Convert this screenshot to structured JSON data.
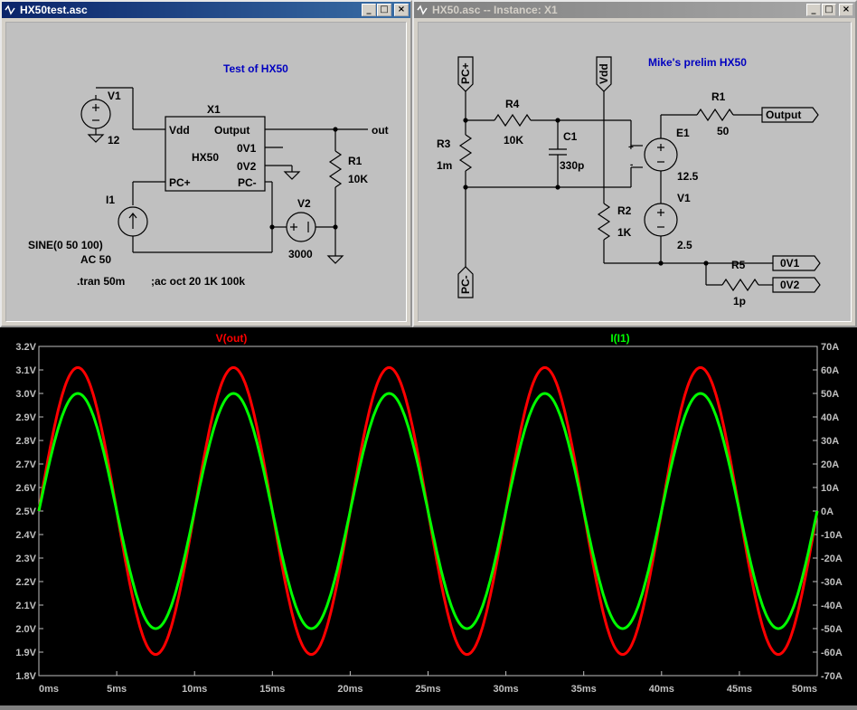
{
  "window_left": {
    "title": "HX50test.asc",
    "heading": "Test of HX50",
    "labels": {
      "v1": "V1",
      "v1_val": "12",
      "x1": "X1",
      "vdd": "Vdd",
      "output": "Output",
      "ov1": "0V1",
      "hx50": "HX50",
      "ov2": "0V2",
      "pcp": "PC+",
      "pcm": "PC-",
      "out": "out",
      "r1": "R1",
      "r1_val": "10K",
      "i1": "I1",
      "v2": "V2",
      "v2_val": "3000",
      "sine": "SINE(0 50 100)",
      "ac": "AC 50",
      "tran": ".tran 50m",
      "ac_cmd": ";ac oct 20 1K 100k"
    }
  },
  "window_right": {
    "title": "HX50.asc -- Instance: X1",
    "heading": "Mike's prelim HX50",
    "labels": {
      "pcp": "PC+",
      "pcm": "PC-",
      "vdd": "Vdd",
      "r4": "R4",
      "r4_val": "10K",
      "r3": "R3",
      "r3_val": "1m",
      "c1": "C1",
      "c1_val": "330p",
      "r2": "R2",
      "r2_val": "1K",
      "e1": "E1",
      "e1_val": "12.5",
      "r1": "R1",
      "r1_val": "50",
      "output": "Output",
      "v1": "V1",
      "v1_val": "2.5",
      "r5": "R5",
      "r5_val": "1p",
      "ov1": "0V1",
      "ov2": "0V2",
      "plus": "+",
      "minus": "-"
    }
  },
  "title_buttons": {
    "minimize": "_",
    "maximize": "□",
    "close": "×"
  },
  "chart_data": {
    "type": "line",
    "series": [
      {
        "name": "V(out)",
        "color": "#ff0000",
        "axis": "left",
        "unit": "V",
        "offset": 2.5,
        "amplitude": 0.61,
        "frequency_hz": 100
      },
      {
        "name": "I(I1)",
        "color": "#00ff00",
        "axis": "right",
        "unit": "A",
        "offset": 0,
        "amplitude": 50,
        "frequency_hz": 100
      }
    ],
    "xlim": [
      0,
      50
    ],
    "xunit": "ms",
    "x_ticks": [
      "0ms",
      "5ms",
      "10ms",
      "15ms",
      "20ms",
      "25ms",
      "30ms",
      "35ms",
      "40ms",
      "45ms",
      "50ms"
    ],
    "ylim_left": [
      1.8,
      3.2
    ],
    "y_ticks_left": [
      "1.8V",
      "1.9V",
      "2.0V",
      "2.1V",
      "2.2V",
      "2.3V",
      "2.4V",
      "2.5V",
      "2.6V",
      "2.7V",
      "2.8V",
      "2.9V",
      "3.0V",
      "3.1V",
      "3.2V"
    ],
    "ylim_right": [
      -70,
      70
    ],
    "y_ticks_right": [
      "-70A",
      "-60A",
      "-50A",
      "-40A",
      "-30A",
      "-20A",
      "-10A",
      "0A",
      "10A",
      "20A",
      "30A",
      "40A",
      "50A",
      "60A",
      "70A"
    ],
    "grid": false,
    "legend": "top"
  }
}
